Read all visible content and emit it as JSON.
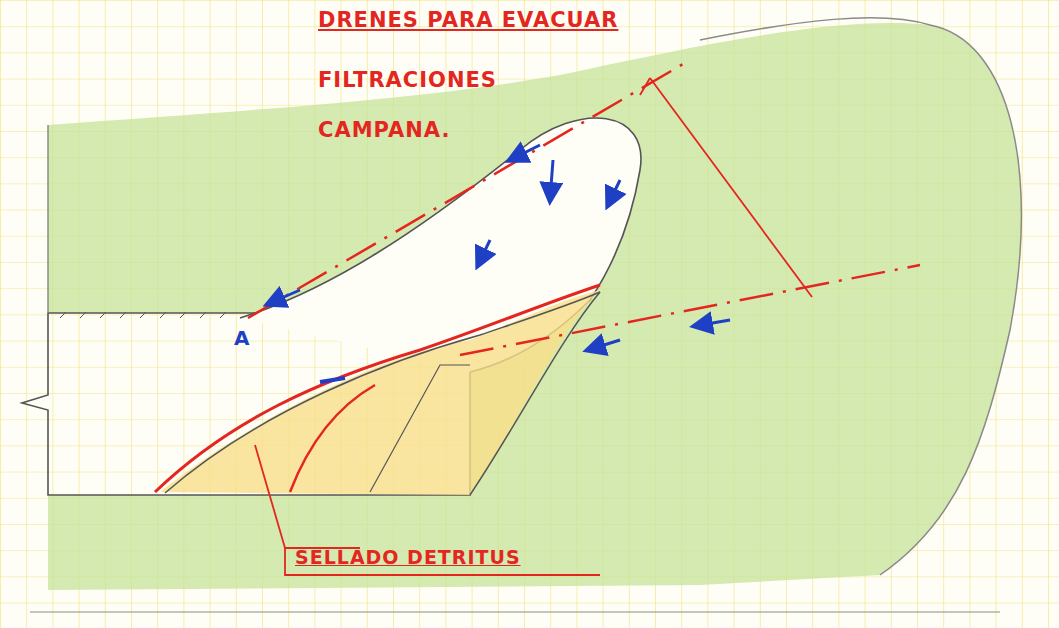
{
  "diagram": {
    "labels": [
      "DRENES PARA EVACUAR",
      "FILTRACIONES",
      "CAMPANA.",
      "A",
      "SELLADO DETRITUS"
    ]
  }
}
